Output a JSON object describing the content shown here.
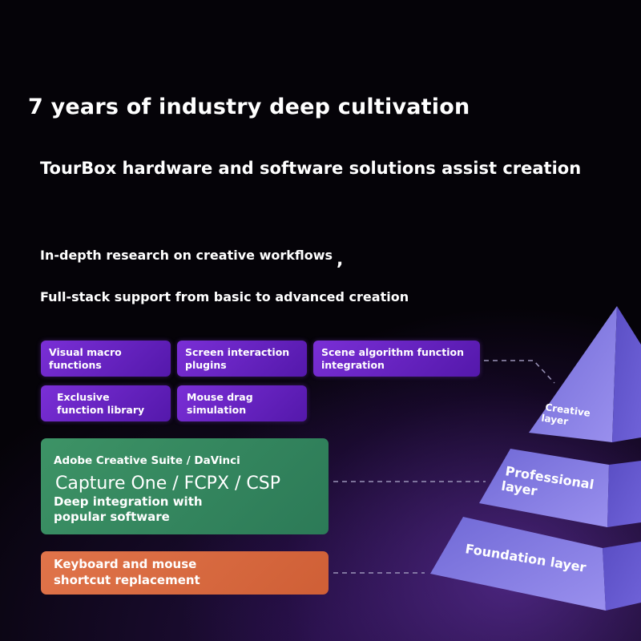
{
  "headline": "7 years of industry deep cultivation",
  "subheadline": "TourBox hardware and software solutions assist creation",
  "description": {
    "line1": "In-depth research on creative workflows",
    "comma": ",",
    "line2": "Full-stack support from basic to advanced creation"
  },
  "creative_features": {
    "items": [
      {
        "label": "Visual macro functions"
      },
      {
        "label": "Screen interaction plugins"
      },
      {
        "label": "Scene algorithm function integration"
      },
      {
        "label": "Exclusive function library"
      },
      {
        "label": "Mouse drag simulation"
      }
    ]
  },
  "professional_card": {
    "line1": "Adobe Creative Suite / DaVinci",
    "line2": "Capture One / FCPX / CSP",
    "line3": "Deep integration with popular software"
  },
  "foundation_card": {
    "text": "Keyboard and mouse shortcut replacement"
  },
  "pyramid": {
    "creative_label": "Creative layer",
    "professional_label": "Professional layer",
    "foundation_label": "Foundation layer"
  },
  "colors": {
    "background": "#050308",
    "tag_purple": "#6a24c2",
    "card_green": "#358a5f",
    "card_orange": "#d96a3f",
    "pyramid": "#8d84e6"
  }
}
